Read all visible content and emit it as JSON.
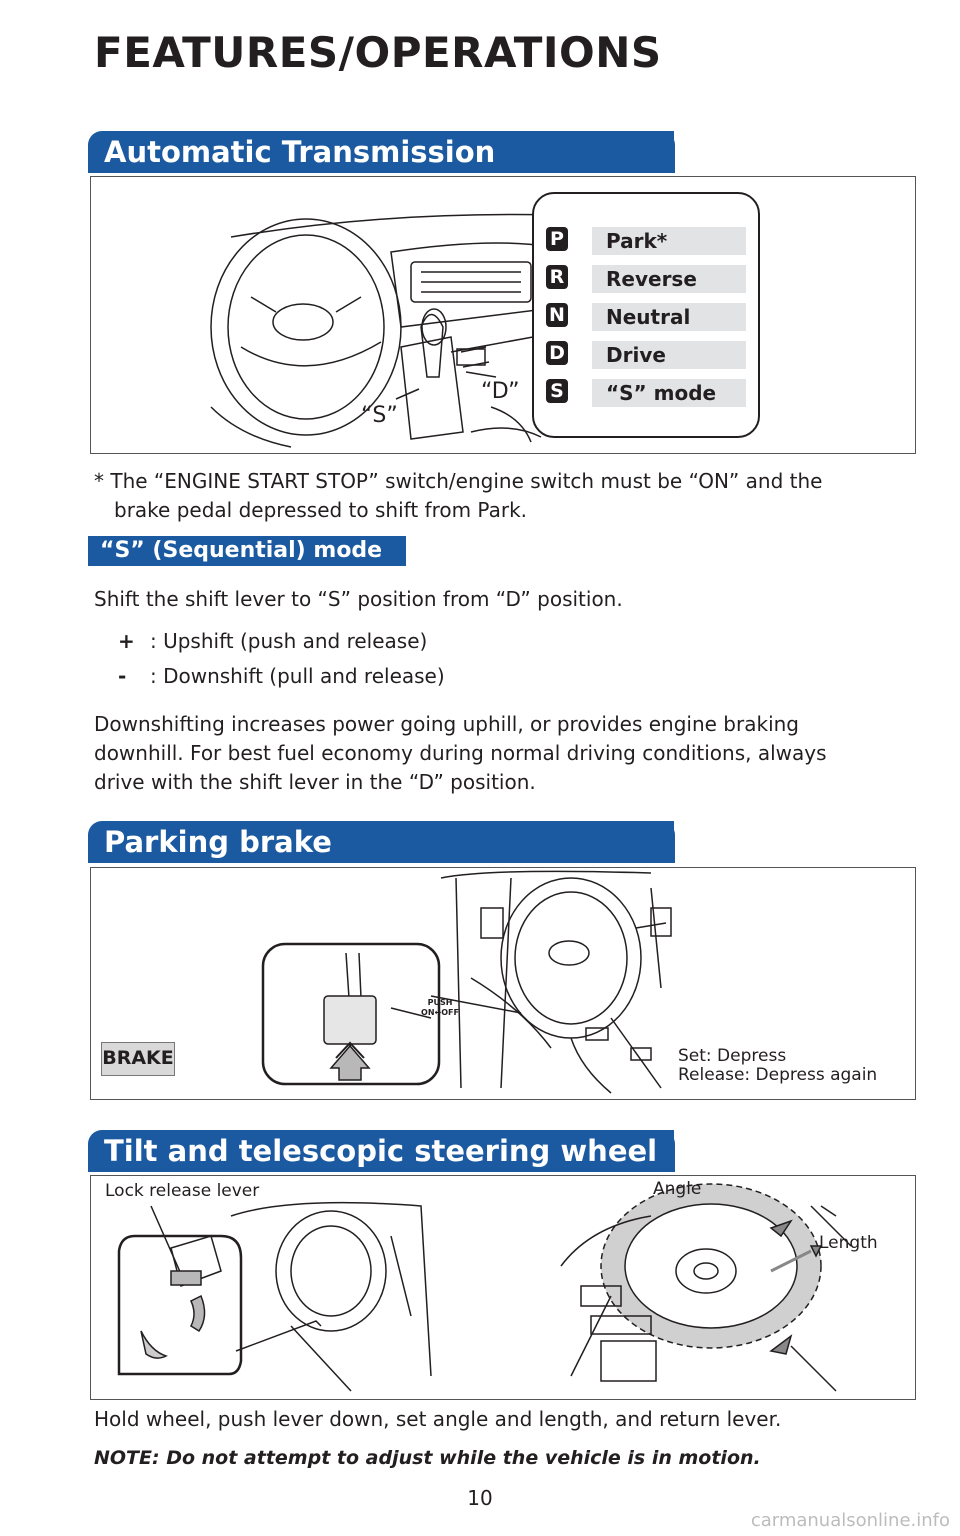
{
  "page": {
    "title": "FEATURES/OPERATIONS",
    "page_number": "10",
    "watermark": "carmanualsonline.info"
  },
  "transmission": {
    "heading": "Automatic Transmission",
    "gears": [
      {
        "letter": "P",
        "name": "Park*"
      },
      {
        "letter": "R",
        "name": "Reverse"
      },
      {
        "letter": "N",
        "name": "Neutral"
      },
      {
        "letter": "D",
        "name": "Drive"
      },
      {
        "letter": "S",
        "name": "“S” mode"
      }
    ],
    "callout_s": "“S”",
    "callout_d": "“D”",
    "footnote_line1": "* The “ENGINE START STOP” switch/engine switch must be “ON” and the",
    "footnote_line2": "brake pedal depressed to shift from Park."
  },
  "s_mode": {
    "heading": "“S” (Sequential) mode",
    "intro": "Shift the shift lever to “S” position from “D” position.",
    "upshift_symbol": "+",
    "upshift_text": ":  Upshift (push and release)",
    "downshift_symbol": "-",
    "downshift_text": ":  Downshift (pull and release)",
    "para_line1": "Downshifting increases power going uphill, or provides engine braking",
    "para_line2": "downhill. For best fuel economy during normal driving conditions, always",
    "para_line3": "drive with the shift lever in the “D” position."
  },
  "parking_brake": {
    "heading": "Parking brake",
    "brake_label": "BRAKE",
    "pedal_text_1": "PUSH",
    "pedal_text_2": "ON↔OFF",
    "set_text": "Set: Depress",
    "release_text": "Release: Depress again"
  },
  "steering": {
    "heading": "Tilt and telescopic steering wheel",
    "lock_label": "Lock release lever",
    "angle_label": "Angle",
    "length_label": "Length",
    "instruction": "Hold wheel, push lever down, set angle and length, and return lever.",
    "note": "NOTE: Do not attempt to adjust while the vehicle is in motion."
  },
  "colors": {
    "accent_blue": "#1b5aa0",
    "gear_bg": "#e2e3e4",
    "text": "#231f20"
  }
}
